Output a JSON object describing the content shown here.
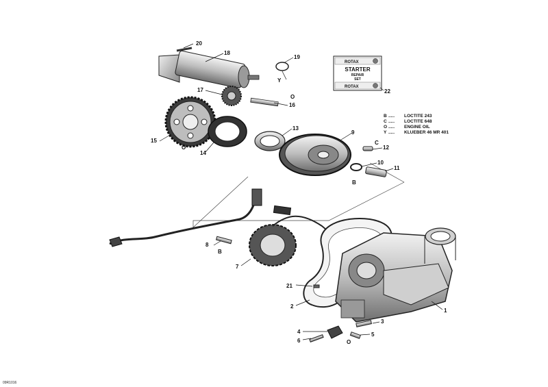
{
  "diagram": {
    "drawing_number": "09R1016",
    "kit": {
      "brand": "ROTAX",
      "title": "STARTER",
      "line2": "REPAIR",
      "line3": "SET",
      "brand_bottom": "ROTAX"
    },
    "legend": [
      {
        "code": "B",
        "text": "LOCTITE 243"
      },
      {
        "code": "C",
        "text": "LOCTITE 648"
      },
      {
        "code": "O",
        "text": "ENGINE OIL"
      },
      {
        "code": "Y",
        "text": "KLUEBER 46 MR 401"
      }
    ],
    "legend_dots": ".....",
    "callouts": {
      "c1": "1",
      "c2": "2",
      "c3": "3",
      "c4": "4",
      "c5": "5",
      "c6": "6",
      "c7": "7",
      "c8": "8",
      "c9": "9",
      "c10": "10",
      "c11": "11",
      "c12": "12",
      "c13": "13",
      "c14": "14",
      "c15": "15",
      "c16": "16",
      "c17": "17",
      "c18": "18",
      "c19": "19",
      "c20": "20",
      "c21": "21",
      "c22": "22"
    },
    "lube": {
      "l19": "Y",
      "l16": "O",
      "l15": "O",
      "l12": "C",
      "l11": "B",
      "l8": "B",
      "l5": "O"
    }
  }
}
